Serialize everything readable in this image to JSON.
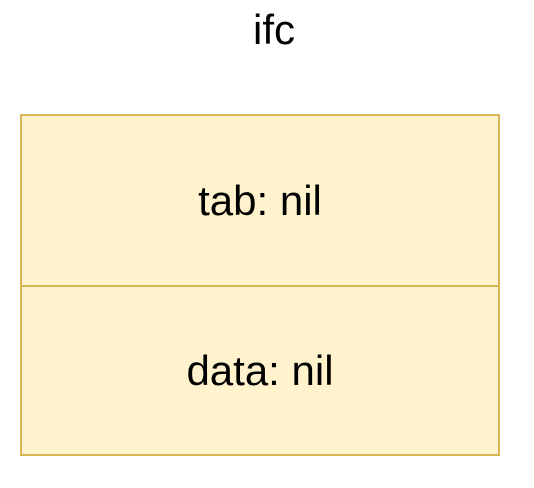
{
  "title": "ifc",
  "struct": {
    "fields": [
      {
        "label": "tab: nil"
      },
      {
        "label": "data: nil"
      }
    ],
    "fill_color": "#fff2cc",
    "stroke_color": "#d6b656"
  }
}
